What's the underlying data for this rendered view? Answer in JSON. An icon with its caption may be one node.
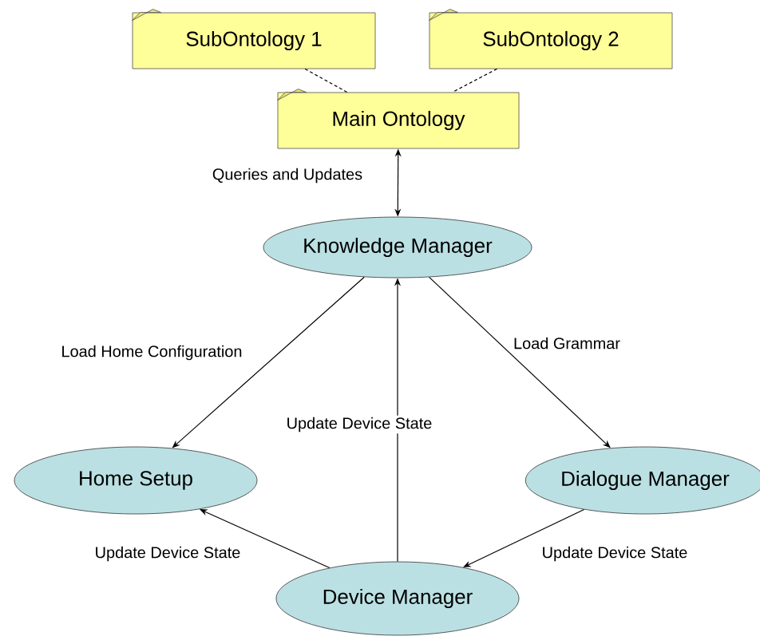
{
  "diagram": {
    "nodes": [
      {
        "text": [
          "SubOntology 1"
        ]
      },
      {
        "text": [
          "SubOntology 2"
        ]
      },
      {
        "text": [
          "Main Ontology"
        ]
      },
      {
        "text": [
          "Knowledge Manager"
        ]
      },
      {
        "text": [
          "Home Setup"
        ]
      },
      {
        "text": [
          "Dialogue Manager"
        ]
      },
      {
        "text": [
          "Device Manager"
        ]
      }
    ],
    "edges": [
      {
        "from": 0,
        "to": 2,
        "arrow": "none",
        "style": "dashed"
      },
      {
        "from": 1,
        "to": 2,
        "arrow": "none",
        "style": "dashed"
      },
      {
        "from": 2,
        "to": 3,
        "arrow": "both",
        "label": "Queries and Updates"
      },
      {
        "from": 3,
        "to": 4,
        "arrow": "to",
        "label": "Load Home Configuration"
      },
      {
        "from": 3,
        "to": 5,
        "arrow": "to",
        "label": "Load Grammar"
      },
      {
        "from": 6,
        "to": 3,
        "arrow": "to",
        "label": "Update Device State"
      },
      {
        "from": 6,
        "to": 4,
        "arrow": "to",
        "label": "Update Device State"
      },
      {
        "from": 5,
        "to": 6,
        "arrow": "to",
        "label": "Update Device State"
      }
    ]
  }
}
